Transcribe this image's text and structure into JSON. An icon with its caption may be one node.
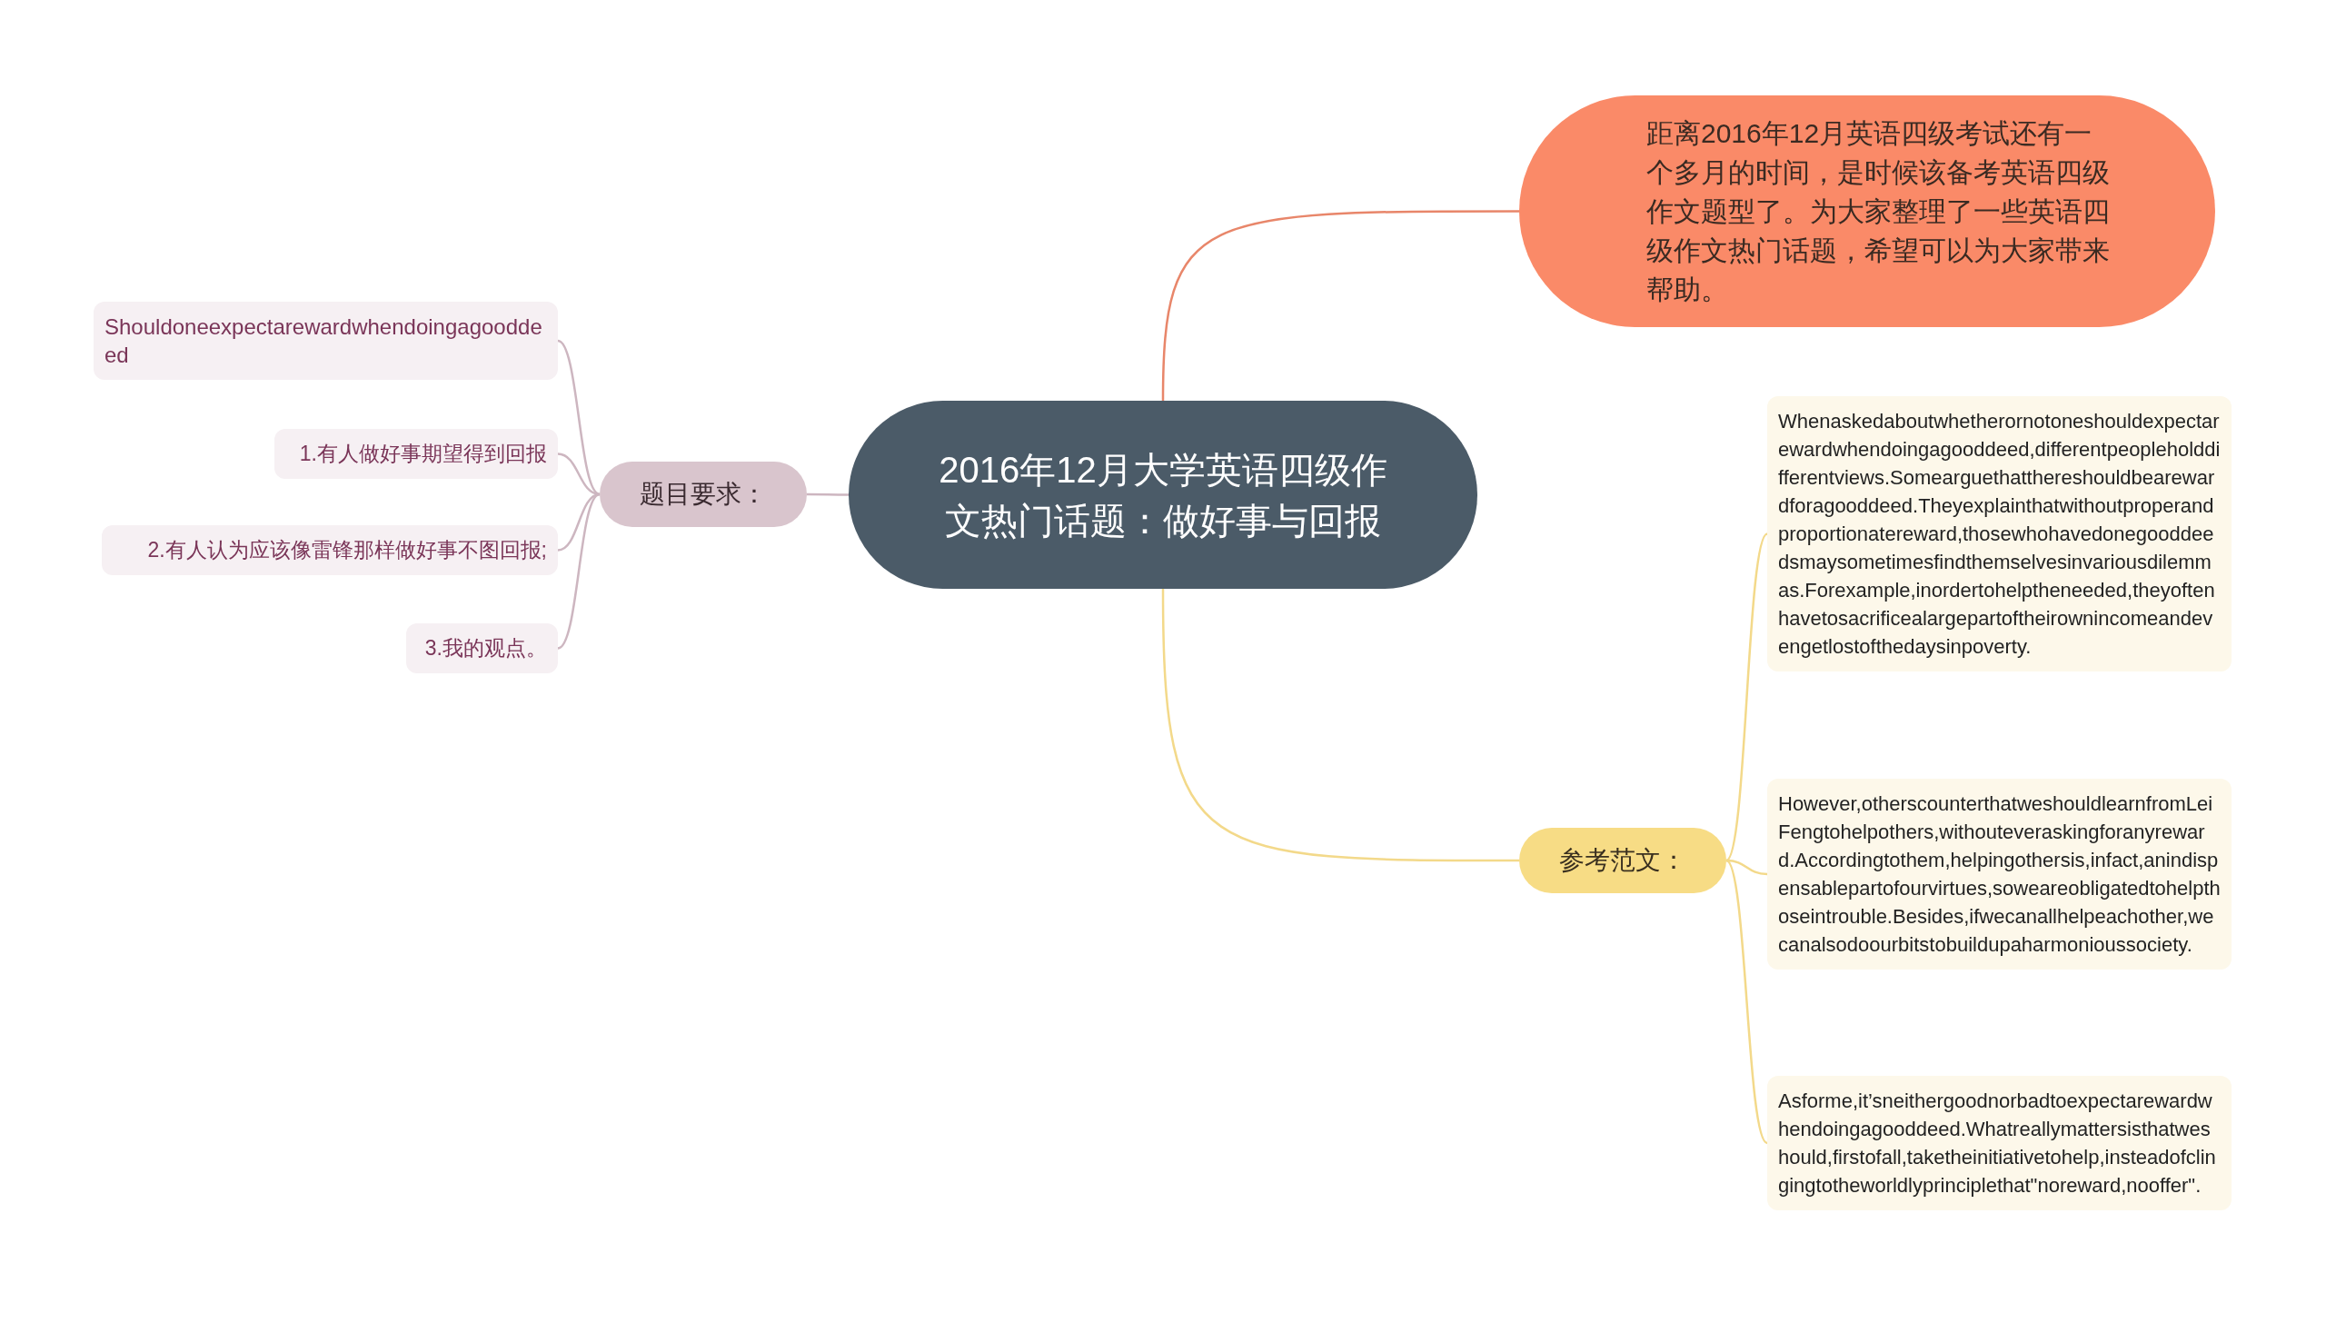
{
  "diagram": {
    "nodes": [
      {
        "text": [
          "2016年12月大学英语四级作文热门话题：做好事与回报"
        ]
      },
      {
        "text": [
          "距离2016年12月英语四级考试还有一个多月的时间，是时候该备考英语四级作文题型了。为大家整理了一些英语四级作文热门话题，希望可以为大家带来帮助。"
        ]
      },
      {
        "text": [
          "题目要求："
        ]
      },
      {
        "text": [
          "Shouldoneexpectarewardwhendoingagooddeed"
        ]
      },
      {
        "text": [
          "1.有人做好事期望得到回报"
        ]
      },
      {
        "text": [
          "2.有人认为应该像雷锋那样做好事不图回报;"
        ]
      },
      {
        "text": [
          "3.我的观点。"
        ]
      },
      {
        "text": [
          "参考范文："
        ]
      },
      {
        "text": [
          "Whenaskedaboutwhetherornotoneshouldexpectarewardwhendoingagooddeed,differentpeopleholddifferentviews.Somearguethatthereshouldbearewardforagooddeed.Theyexplainthatwithoutproperandproportionatereward,thosewhohavedonegooddeedsmaysometimesfindthemselvesinvariousdilemmas.Forexample,inordertohelptheneeded,theyoftenhavetosacrificealargepartoftheirownincomeandevengetlostofthedaysinpoverty."
        ]
      },
      {
        "text": [
          "However,otherscounterthatweshouldlearnfromLeiFengtohelpothers,withouteveraskingforanyreward.Accordingtothem,helpingothersis,infact,anindispensablepartofourvirtues,soweareobligatedtohelpthoseintrouble.Besides,ifwecanallhelpeachother,wecanalsodoourbitstobuildupaharmonioussociety."
        ]
      },
      {
        "text": [
          "Asforme,it’sneithergoodnorbadtoexpectarewardwhendoingagooddeed.Whatreallymattersisthatweshould,firstofall,taketheinitiativetohelp,insteadofclingingtotheworldlyprinciplethat\"noreward,nooffer\"."
        ]
      }
    ],
    "edges": [
      {
        "from": 0,
        "to": 1,
        "arrow": "none",
        "color": "#e8866a"
      },
      {
        "from": 0,
        "to": 2,
        "arrow": "none"
      },
      {
        "from": 2,
        "to": 3,
        "arrow": "none"
      },
      {
        "from": 2,
        "to": 4,
        "arrow": "none"
      },
      {
        "from": 2,
        "to": 5,
        "arrow": "none"
      },
      {
        "from": 2,
        "to": 6,
        "arrow": "none"
      },
      {
        "from": 0,
        "to": 7,
        "arrow": "none",
        "color": "#f3d98a"
      },
      {
        "from": 7,
        "to": 8,
        "arrow": "none",
        "color": "#f3d98a"
      },
      {
        "from": 7,
        "to": 9,
        "arrow": "none",
        "color": "#f3d98a"
      },
      {
        "from": 7,
        "to": 10,
        "arrow": "none",
        "color": "#f3d98a"
      }
    ]
  }
}
